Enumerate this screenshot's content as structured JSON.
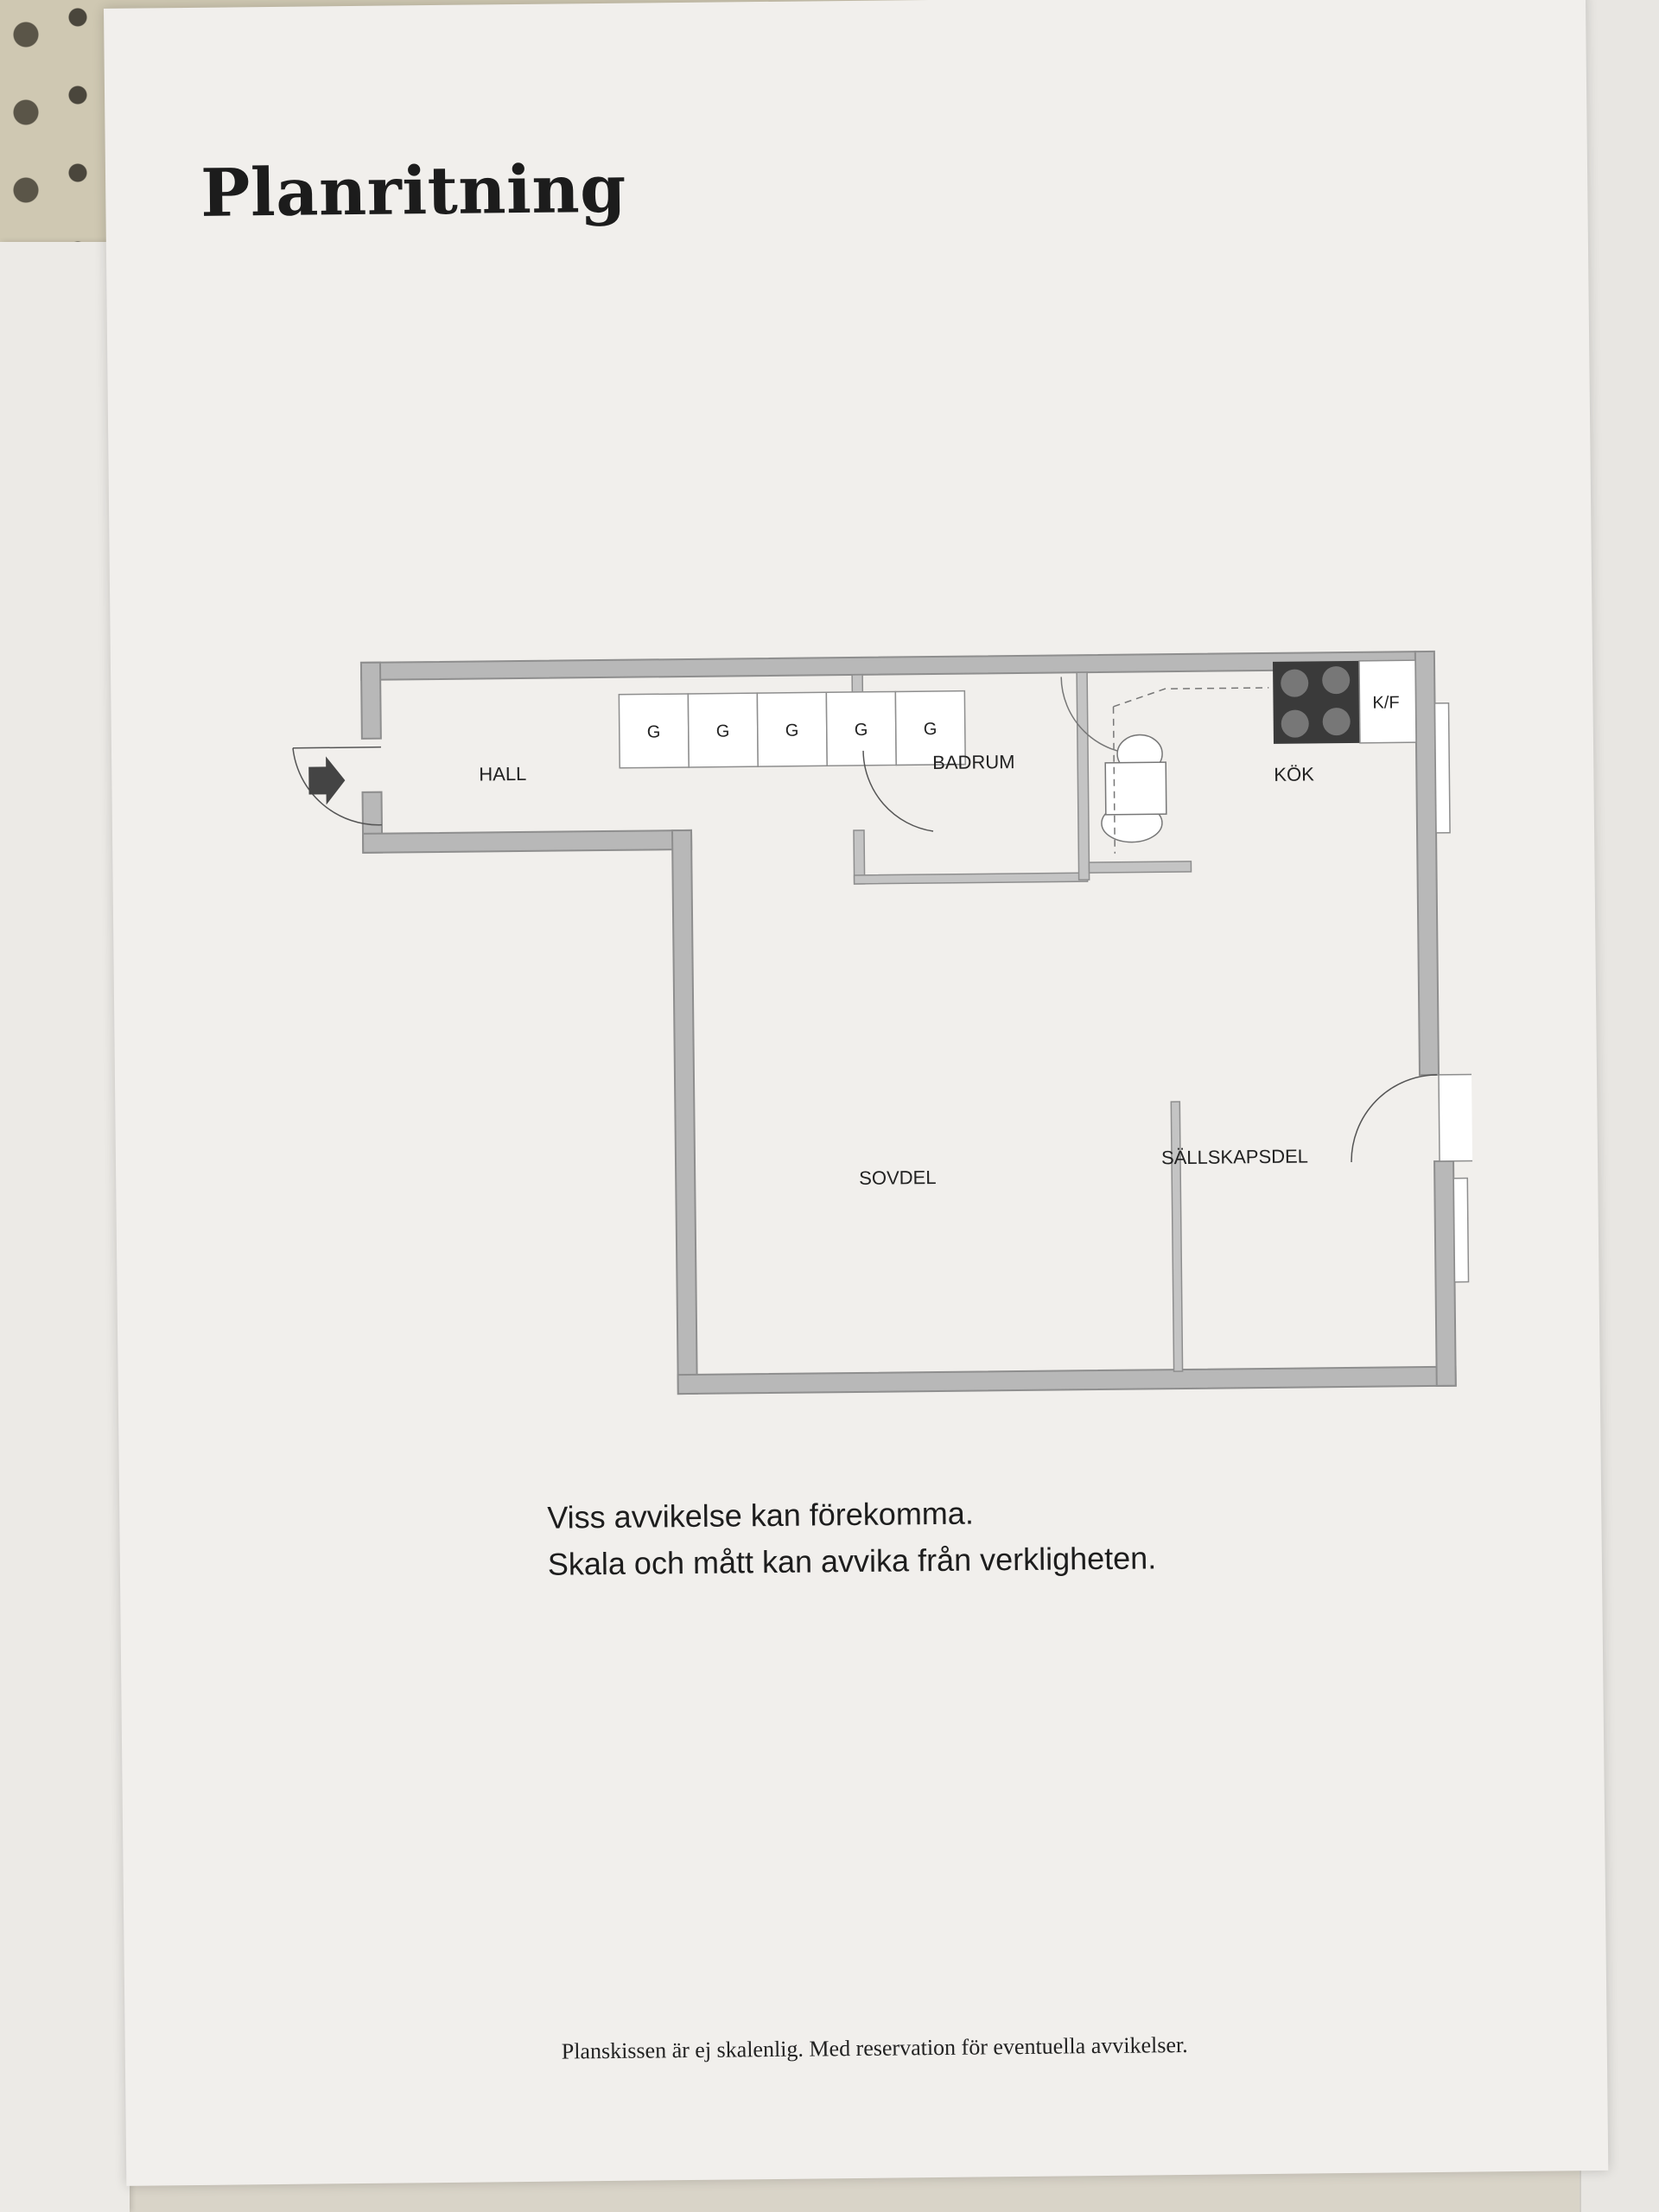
{
  "document": {
    "title": "Planritning",
    "disclaimer_lines": [
      "Viss avvikelse kan förekomma.",
      "Skala och mått kan avvika från verkligheten."
    ],
    "footer": "Planskissen är ej skalenlig. Med reservation för eventuella avvikelser."
  },
  "floor_plan": {
    "rooms": {
      "hall": "HALL",
      "badrum": "BADRUM",
      "kok": "KÖK",
      "sovdel": "SOVDEL",
      "sallskapsdel": "SÄLLSKAPSDEL"
    },
    "closets": [
      "G",
      "G",
      "G",
      "G",
      "G"
    ],
    "fridge_label": "K/F",
    "colors": {
      "wall": "#b8b8b8",
      "wall_edge": "#8e8e8e",
      "floor": "#ffffff",
      "stove": "#3a3a3a"
    }
  }
}
